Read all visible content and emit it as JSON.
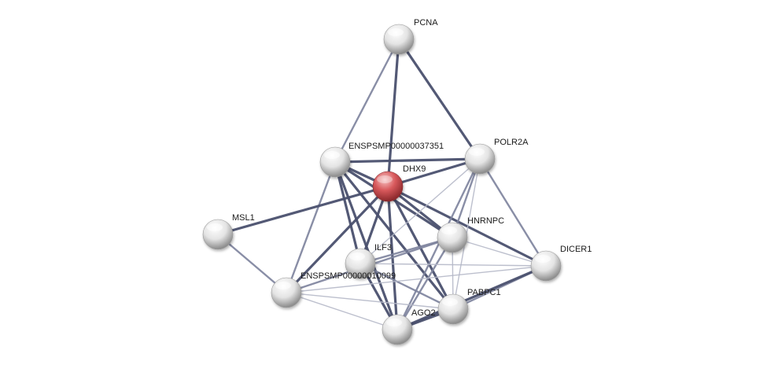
{
  "network": {
    "nodes": [
      {
        "id": "DHX9",
        "label": "DHX9",
        "query": true
      },
      {
        "id": "PCNA",
        "label": "PCNA",
        "query": false
      },
      {
        "id": "ENSPSMP00000037351",
        "label": "ENSPSMP00000037351",
        "query": false
      },
      {
        "id": "POLR2A",
        "label": "POLR2A",
        "query": false
      },
      {
        "id": "MSL1",
        "label": "MSL1",
        "query": false
      },
      {
        "id": "HNRNPC",
        "label": "HNRNPC",
        "query": false
      },
      {
        "id": "ILF3",
        "label": "ILF3",
        "query": false
      },
      {
        "id": "DICER1",
        "label": "DICER1",
        "query": false
      },
      {
        "id": "ENSPSMP00000010099",
        "label": "ENSPSMP00000010099",
        "query": false
      },
      {
        "id": "PABPC1",
        "label": "PABPC1",
        "query": false
      },
      {
        "id": "AGO2",
        "label": "AGO2",
        "query": false
      }
    ],
    "edges": [
      {
        "source": "PCNA",
        "target": "ENSPSMP00000037351",
        "strength": "medium"
      },
      {
        "source": "PCNA",
        "target": "DHX9",
        "strength": "strong"
      },
      {
        "source": "PCNA",
        "target": "POLR2A",
        "strength": "strong"
      },
      {
        "source": "ENSPSMP00000037351",
        "target": "POLR2A",
        "strength": "strong"
      },
      {
        "source": "ENSPSMP00000037351",
        "target": "DHX9",
        "strength": "strong"
      },
      {
        "source": "ENSPSMP00000037351",
        "target": "HNRNPC",
        "strength": "strong"
      },
      {
        "source": "ENSPSMP00000037351",
        "target": "ILF3",
        "strength": "strong"
      },
      {
        "source": "ENSPSMP00000037351",
        "target": "ENSPSMP00000010099",
        "strength": "medium"
      },
      {
        "source": "ENSPSMP00000037351",
        "target": "PABPC1",
        "strength": "strong"
      },
      {
        "source": "ENSPSMP00000037351",
        "target": "AGO2",
        "strength": "strong"
      },
      {
        "source": "DHX9",
        "target": "POLR2A",
        "strength": "strong"
      },
      {
        "source": "DHX9",
        "target": "MSL1",
        "strength": "strong"
      },
      {
        "source": "DHX9",
        "target": "HNRNPC",
        "strength": "strong"
      },
      {
        "source": "DHX9",
        "target": "ILF3",
        "strength": "strong"
      },
      {
        "source": "DHX9",
        "target": "DICER1",
        "strength": "strong"
      },
      {
        "source": "DHX9",
        "target": "ENSPSMP00000010099",
        "strength": "strong"
      },
      {
        "source": "DHX9",
        "target": "PABPC1",
        "strength": "strong"
      },
      {
        "source": "DHX9",
        "target": "AGO2",
        "strength": "strong"
      },
      {
        "source": "POLR2A",
        "target": "HNRNPC",
        "strength": "medium"
      },
      {
        "source": "POLR2A",
        "target": "ILF3",
        "strength": "weak"
      },
      {
        "source": "POLR2A",
        "target": "DICER1",
        "strength": "medium"
      },
      {
        "source": "POLR2A",
        "target": "PABPC1",
        "strength": "weak"
      },
      {
        "source": "POLR2A",
        "target": "AGO2",
        "strength": "medium"
      },
      {
        "source": "MSL1",
        "target": "ENSPSMP00000010099",
        "strength": "medium"
      },
      {
        "source": "HNRNPC",
        "target": "ILF3",
        "strength": "medium"
      },
      {
        "source": "HNRNPC",
        "target": "DICER1",
        "strength": "weak"
      },
      {
        "source": "HNRNPC",
        "target": "ENSPSMP00000010099",
        "strength": "medium"
      },
      {
        "source": "HNRNPC",
        "target": "PABPC1",
        "strength": "weak"
      },
      {
        "source": "HNRNPC",
        "target": "AGO2",
        "strength": "medium"
      },
      {
        "source": "ILF3",
        "target": "DICER1",
        "strength": "weak"
      },
      {
        "source": "ILF3",
        "target": "PABPC1",
        "strength": "medium"
      },
      {
        "source": "ILF3",
        "target": "AGO2",
        "strength": "strong"
      },
      {
        "source": "DICER1",
        "target": "ENSPSMP00000010099",
        "strength": "weak"
      },
      {
        "source": "DICER1",
        "target": "PABPC1",
        "strength": "medium"
      },
      {
        "source": "DICER1",
        "target": "AGO2",
        "strength": "strong"
      },
      {
        "source": "ENSPSMP00000010099",
        "target": "PABPC1",
        "strength": "weak"
      },
      {
        "source": "ENSPSMP00000010099",
        "target": "AGO2",
        "strength": "weak"
      },
      {
        "source": "PABPC1",
        "target": "AGO2",
        "strength": "strong"
      }
    ],
    "colors": {
      "query_node": "#cc4a4e",
      "node": "#d9d9d9",
      "edge_strong": "#4a506e",
      "edge_medium": "#7c829c",
      "edge_weak": "#b5b8c8"
    }
  }
}
